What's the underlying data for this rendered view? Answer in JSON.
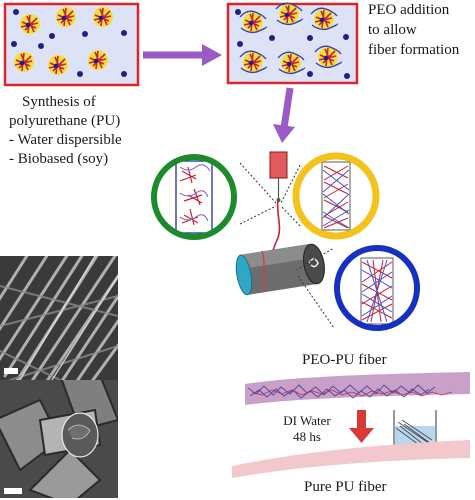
{
  "labels": {
    "peo_addition": [
      "PEO addition",
      "to allow",
      "fiber formation"
    ],
    "synthesis": [
      "Synthesis of",
      "polyurethane (PU)",
      "- Water dispersible",
      "- Biobased (soy)"
    ],
    "peo_pu_fiber": "PEO-PU fiber",
    "di_water": [
      "DI Water",
      "48 hs"
    ],
    "pure_pu_fiber": "Pure PU fiber"
  },
  "colors": {
    "box_border": "#d9262b",
    "box_fill": "#dde2f7",
    "dot": "#1f1f8a",
    "particle_yellow": "#f2e03a",
    "particle_red": "#c8203a",
    "arrow_purple": "#9c5ac7",
    "circle_green": "#1c8c2a",
    "circle_yellow": "#f4c21c",
    "circle_blue": "#1730c4",
    "arrow_red": "#d73b36",
    "pure_fiber": "#f2c8cd",
    "peo_pu_fiber": "#c9a0c8"
  },
  "icons": [
    "syringe-icon",
    "collector-drum-icon",
    "beaker-icon"
  ]
}
